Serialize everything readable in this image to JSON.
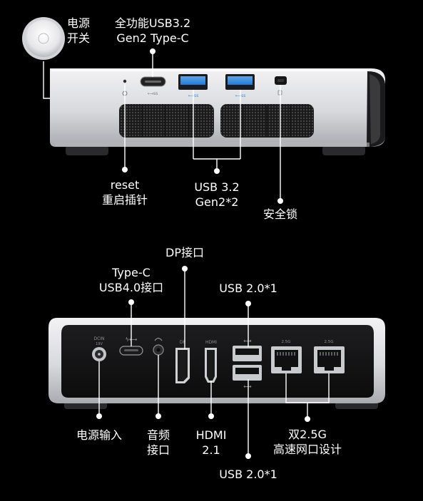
{
  "front": {
    "power_switch": [
      "电源",
      "开关"
    ],
    "usbc_full": [
      "全功能USB3.2",
      "Gen2 Type-C"
    ],
    "reset": [
      "reset",
      "重启插针"
    ],
    "usb32": [
      "USB 3.2",
      "Gen2*2"
    ],
    "lock": [
      "安全锁"
    ]
  },
  "back": {
    "dp": [
      "DP接口"
    ],
    "typec": [
      "Type-C",
      "USB4.0接口"
    ],
    "usb20_top": [
      "USB 2.0*1"
    ],
    "power_in": [
      "电源输入"
    ],
    "audio": [
      "音频",
      "接口"
    ],
    "hdmi": [
      "HDMI",
      "2.1"
    ],
    "lan": [
      "双2.5G",
      "高速网口设计"
    ],
    "usb20_bottom": [
      "USB 2.0*1"
    ],
    "silk": {
      "dc_in": "DCIN",
      "dc_volt": "19V",
      "dp": "DP",
      "hdmi": "HDMI",
      "lan1": "2.5G",
      "lan2": "2.5G"
    }
  },
  "colors": {
    "usb_blue": "#3a8fe0",
    "chassis_silver": "#d9dade",
    "panel_black": "#141414"
  }
}
